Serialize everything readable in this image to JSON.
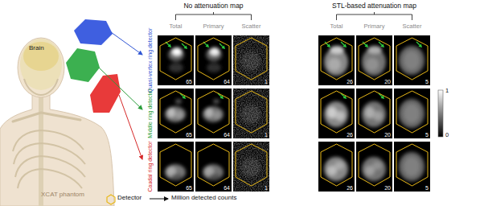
{
  "diagram": {
    "nodes": [
      {
        "text": [
          "65"
        ]
      },
      {
        "text": [
          "64"
        ]
      },
      {
        "text": [
          "1"
        ]
      },
      {
        "text": [
          "26"
        ]
      },
      {
        "text": [
          "20"
        ]
      },
      {
        "text": [
          "5"
        ]
      },
      {
        "text": [
          "65"
        ]
      },
      {
        "text": [
          "64"
        ]
      },
      {
        "text": [
          "1"
        ]
      },
      {
        "text": [
          "26"
        ]
      },
      {
        "text": [
          "20"
        ]
      },
      {
        "text": [
          "5"
        ]
      },
      {
        "text": [
          "65"
        ]
      },
      {
        "text": [
          "64"
        ]
      },
      {
        "text": [
          "1"
        ]
      },
      {
        "text": [
          "26"
        ]
      },
      {
        "text": [
          "20"
        ]
      },
      {
        "text": [
          "5"
        ]
      }
    ],
    "labels": [
      "No attenuation map",
      "STL-based attenuation map",
      "Total",
      "Primary",
      "Scatter",
      "Total",
      "Primary",
      "Scatter",
      "Quasi-vertex ring detector",
      "Middle ring detector",
      "Caudal ring detector",
      "Brain",
      "XCAT phantom",
      "1",
      "0",
      "Million detected counts"
    ],
    "legend": [
      {
        "text": "Detector"
      }
    ]
  }
}
